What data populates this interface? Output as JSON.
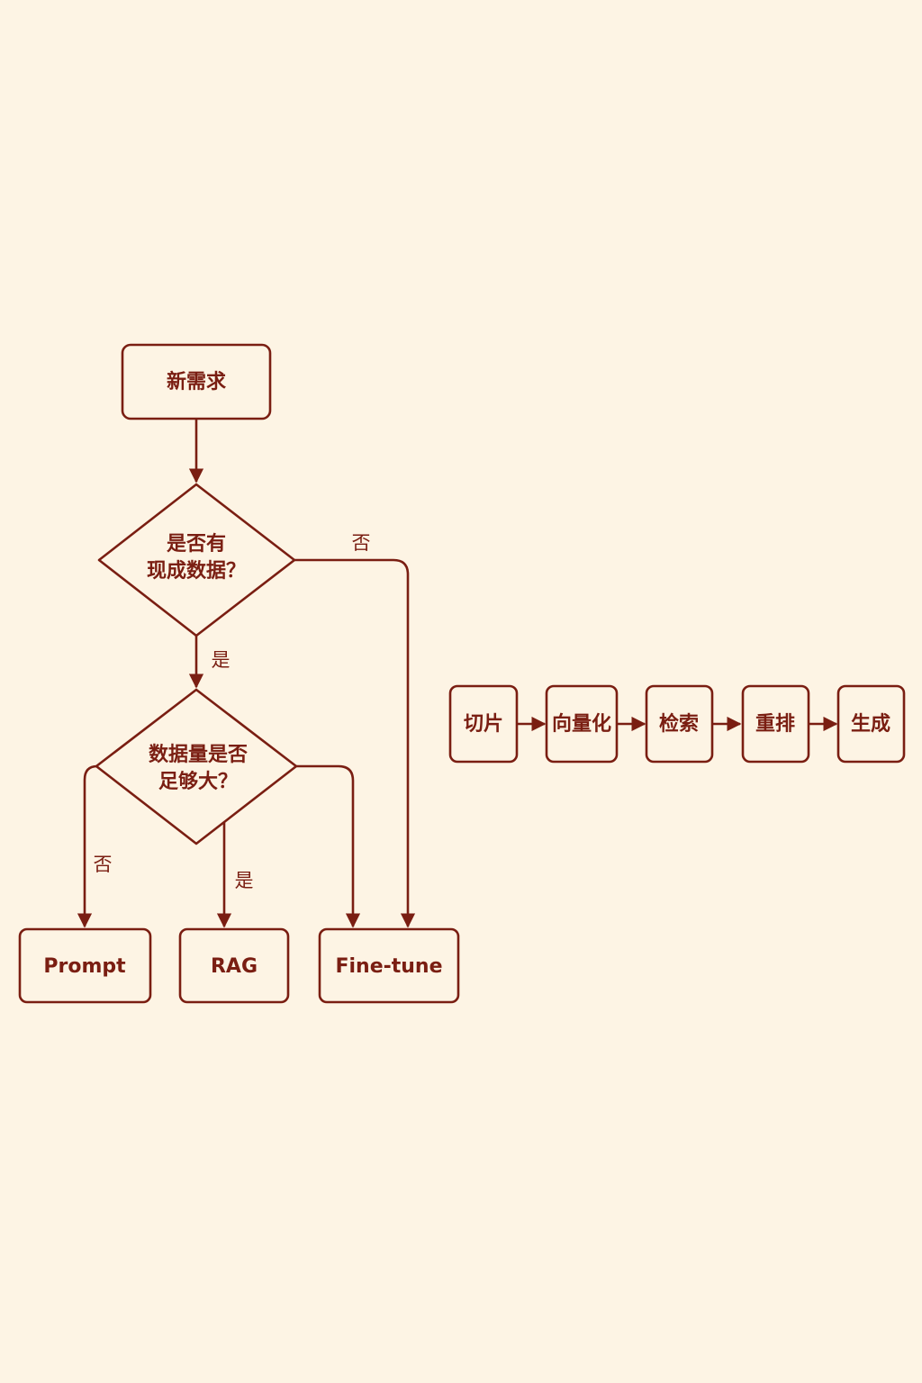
{
  "colors": {
    "background": "#fdf4e4",
    "stroke": "#7a1e12",
    "text": "#7a1e12"
  },
  "flowchart": {
    "start": "新需求",
    "decision_1": {
      "line_1": "是否有",
      "line_2": "现成数据？"
    },
    "decision_2": {
      "line_1": "数据量是否",
      "line_2": "足够大？"
    },
    "outcomes": {
      "prompt": "Prompt",
      "rag": "RAG",
      "fine_tune": "Fine-tune"
    },
    "edge_labels": {
      "d1_no": "否",
      "d1_yes": "是",
      "d2_no": "否",
      "d2_yes": "是"
    }
  },
  "pipeline": {
    "steps": [
      "切片",
      "向量化",
      "检索",
      "重排",
      "生成"
    ]
  }
}
